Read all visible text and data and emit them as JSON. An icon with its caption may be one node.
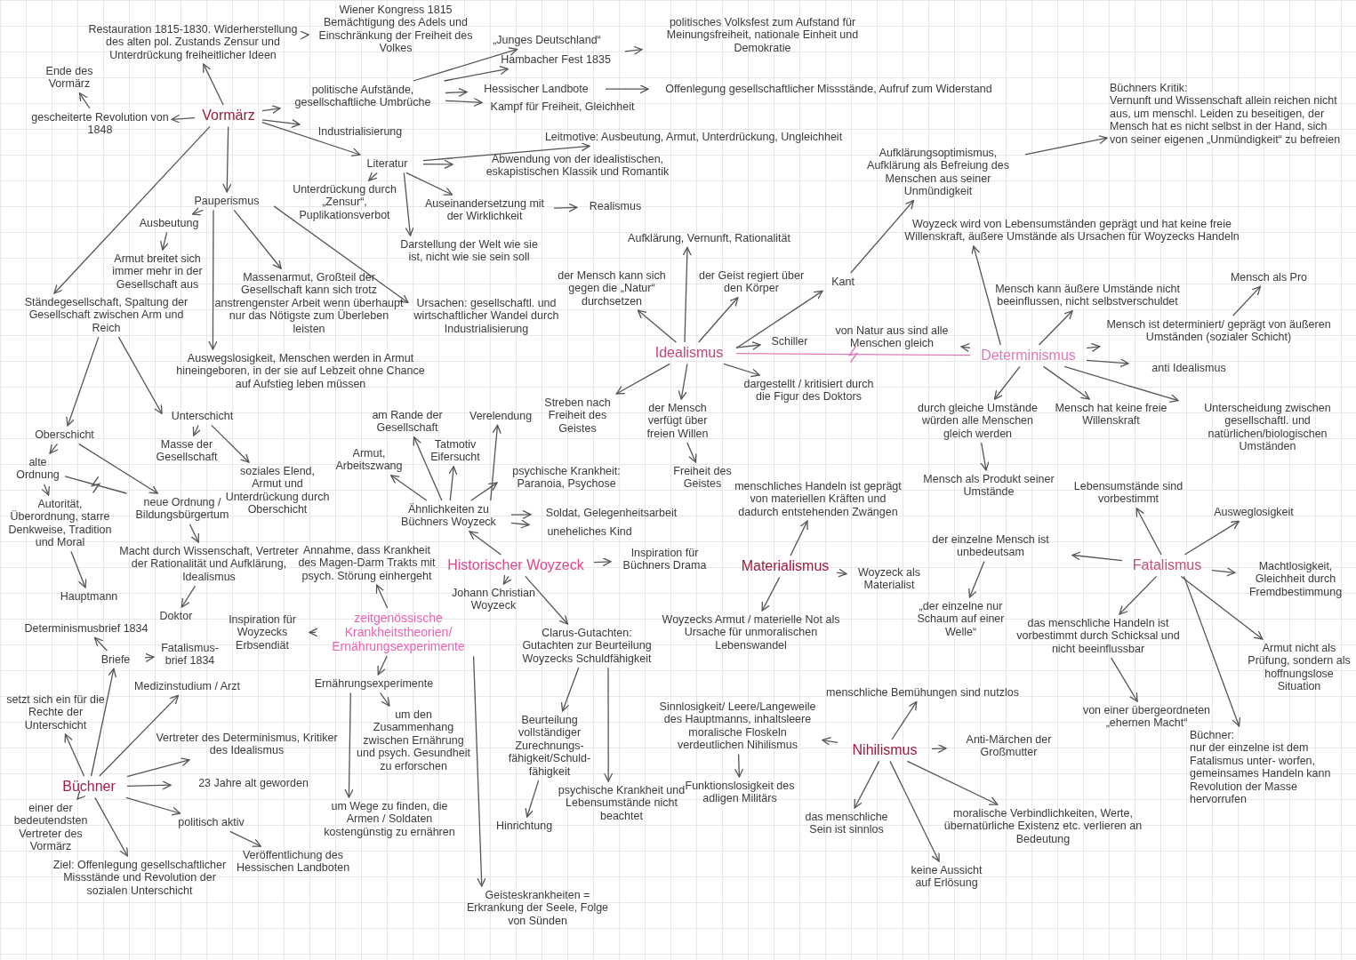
{
  "diagram": {
    "nodes": [
      {
        "text": [
          "Restauration 1815-1830. Widerherstellung des alten pol. Zustands Zensur und Unterdrückung freiheitlicher Ideen"
        ]
      },
      {
        "text": [
          "Wiener Kongress 1815 Bemächtigung des Adels und Einschränkung der Freiheit des Volkes"
        ]
      },
      {
        "text": [
          "„Junges Deutschland“"
        ]
      },
      {
        "text": [
          "Hambacher Fest 1835"
        ]
      },
      {
        "text": [
          "politisches Volksfest zum Aufstand für Meinungsfreiheit, nationale Einheit und Demokratie"
        ]
      },
      {
        "text": [
          "Ende des Vormärz"
        ]
      },
      {
        "text": [
          "gescheiterte Revolution von 1848"
        ]
      },
      {
        "text": [
          "Vormärz"
        ]
      },
      {
        "text": [
          "politische Aufstände, gesellschaftliche Umbrüche"
        ]
      },
      {
        "text": [
          "Hessischer Landbote"
        ]
      },
      {
        "text": [
          "Offenlegung gesellschaftlicher Missstände, Aufruf zum Widerstand"
        ]
      },
      {
        "text": [
          "Kampf für Freiheit, Gleichheit"
        ]
      },
      {
        "text": [
          "Industrialisierung"
        ]
      },
      {
        "text": [
          "Literatur"
        ]
      },
      {
        "text": [
          "Leitmotive: Ausbeutung, Armut, Unterdrückung, Ungleichheit"
        ]
      },
      {
        "text": [
          "Abwendung von der idealistischen, eskapistischen Klassik und Romantik"
        ]
      },
      {
        "text": [
          "Unterdrückung durch „Zensur“, Puplikationsverbot"
        ]
      },
      {
        "text": [
          "Auseinandersetzung mit der Wirklichkeit"
        ]
      },
      {
        "text": [
          "Realismus"
        ]
      },
      {
        "text": [
          "Darstellung der Welt wie sie ist, nicht wie sie sein soll"
        ]
      },
      {
        "text": [
          "Pauperismus"
        ]
      },
      {
        "text": [
          "Ausbeutung"
        ]
      },
      {
        "text": [
          "Armut breitet sich immer mehr in der Gesellschaft aus"
        ]
      },
      {
        "text": [
          "Massenarmut, Großteil der Gesellschaft kann sich trotz anstrengenster Arbeit wenn überhaupt nur das Nötigste zum Überleben leisten"
        ]
      },
      {
        "text": [
          "Ursachen: gesellschaftl. und wirtschaftlicher Wandel durch Industrialisierung"
        ]
      },
      {
        "text": [
          "Ständegesellschaft, Spaltung der Gesellschaft zwischen Arm und Reich"
        ]
      },
      {
        "text": [
          "Auswegslosigkeit, Menschen werden in Armut hineingeboren, in der sie auf Lebzeit ohne Chance auf Aufstieg leben müssen"
        ]
      },
      {
        "text": [
          "Unterschicht"
        ]
      },
      {
        "text": [
          "Oberschicht"
        ]
      },
      {
        "text": [
          "alte Ordnung"
        ]
      },
      {
        "text": [
          "Autorität, Überordnung, starre Denkweise, Tradition und Moral"
        ]
      },
      {
        "text": [
          "neue Ordnung / Bildungsbürgertum"
        ]
      },
      {
        "text": [
          "Masse der Gesellschaft"
        ]
      },
      {
        "text": [
          "soziales Elend, Armut und Unterdrückung durch Oberschicht"
        ]
      },
      {
        "text": [
          "Macht durch Wissenschaft, Vertreter der Rationalität und Aufklärung, Idealismus"
        ]
      },
      {
        "text": [
          "Hauptmann"
        ]
      },
      {
        "text": [
          "Doktor"
        ]
      },
      {
        "text": [
          "Annahme, dass Krankheit des Magen-Darm Trakts mit psych. Störung einhergeht"
        ]
      },
      {
        "text": [
          "am Rande der Gesellschaft"
        ]
      },
      {
        "text": [
          "Armut, Arbeitszwang"
        ]
      },
      {
        "text": [
          "Tatmotiv Eifersucht"
        ]
      },
      {
        "text": [
          "Verelendung"
        ]
      },
      {
        "text": [
          "Streben nach Freiheit des Geistes"
        ]
      },
      {
        "text": [
          "psychische Krankheit: Paranoia, Psychose"
        ]
      },
      {
        "text": [
          "Ähnlichkeiten zu Büchners Woyzeck"
        ]
      },
      {
        "text": [
          "Soldat, Gelegenheitsarbeit"
        ]
      },
      {
        "text": [
          "uneheliches Kind"
        ]
      },
      {
        "text": [
          "Historischer Woyzeck"
        ]
      },
      {
        "text": [
          "Inspiration für Büchners Drama"
        ]
      },
      {
        "text": [
          "Johann Christian Woyzeck"
        ]
      },
      {
        "text": [
          "zeitgenössische Krankheitstheorien/ Ernährungsexperimente"
        ]
      },
      {
        "text": [
          "Inspiration für Woyzecks Erbsendiät"
        ]
      },
      {
        "text": [
          "Determinismusbrief 1834"
        ]
      },
      {
        "text": [
          "Briefe"
        ]
      },
      {
        "text": [
          "Fatalismus- brief 1834"
        ]
      },
      {
        "text": [
          "Medizinstudium / Arzt"
        ]
      },
      {
        "text": [
          "Ernährungsexperimente"
        ]
      },
      {
        "text": [
          "setzt sich ein für die Rechte der Unterschicht"
        ]
      },
      {
        "text": [
          "Vertreter des Determinismus, Kritiker des Idealismus"
        ]
      },
      {
        "text": [
          "um den Zusammenhang zwischen Ernährung und psych. Gesundheit zu erforschen"
        ]
      },
      {
        "text": [
          "Büchner"
        ]
      },
      {
        "text": [
          "23 Jahre alt geworden"
        ]
      },
      {
        "text": [
          "einer der bedeutendsten Vertreter des Vormärz"
        ]
      },
      {
        "text": [
          "politisch aktiv"
        ]
      },
      {
        "text": [
          "Ziel: Offenlegung gesellschaftlicher Missstände und Revolution der sozialen Unterschicht"
        ]
      },
      {
        "text": [
          "Veröffentlichung des Hessischen Landboten"
        ]
      },
      {
        "text": [
          "um Wege zu finden, die Armen / Soldaten kostengünstig zu ernähren"
        ]
      },
      {
        "text": [
          "Geisteskrankheiten = Erkrankung der Seele, Folge von Sünden"
        ]
      },
      {
        "text": [
          "Clarus-Gutachten: Gutachten zur Beurteilung Woyzecks Schuldfähigkeit"
        ]
      },
      {
        "text": [
          "Beurteilung vollständiger Zurechnungs- fähigkeit/Schuld- fähigkeit"
        ]
      },
      {
        "text": [
          "Hinrichtung"
        ]
      },
      {
        "text": [
          "psychische Krankheit und Lebensumstände nicht beachtet"
        ]
      },
      {
        "text": [
          "Aufklärung, Vernunft, Rationalität"
        ]
      },
      {
        "text": [
          "der Mensch kann sich gegen die „Natur“ durchsetzen"
        ]
      },
      {
        "text": [
          "der Geist regiert über den Körper"
        ]
      },
      {
        "text": [
          "Kant"
        ]
      },
      {
        "text": [
          "Aufklärungsoptimismus, Aufklärung als Befreiung des Menschen aus seiner Unmündigkeit"
        ]
      },
      {
        "text": [
          "Büchners Kritik:",
          "Vernunft und Wissenschaft allein reichen nicht aus, um menschl. Leiden zu beseitigen, der Mensch hat es nicht selbst in der Hand, sich von seiner eigenen „Unmündigkeit“ zu befreien"
        ]
      },
      {
        "text": [
          "Idealismus"
        ]
      },
      {
        "text": [
          "Schiller"
        ]
      },
      {
        "text": [
          "von Natur aus sind alle Menschen gleich"
        ]
      },
      {
        "text": [
          "Determinismus"
        ]
      },
      {
        "text": [
          "der Mensch verfügt über freien Willen"
        ]
      },
      {
        "text": [
          "Freiheit des Geistes"
        ]
      },
      {
        "text": [
          "dargestellt / kritisiert durch die Figur des Doktors"
        ]
      },
      {
        "text": [
          "menschliches Handeln ist geprägt von materiellen Kräften und dadurch entstehenden Zwängen"
        ]
      },
      {
        "text": [
          "Materialismus"
        ]
      },
      {
        "text": [
          "Woyzeck als Materialist"
        ]
      },
      {
        "text": [
          "Woyzecks Armut / materielle Not als Ursache für unmoralischen Lebenswandel"
        ]
      },
      {
        "text": [
          "Woyzeck wird von Lebensumständen geprägt und hat keine freie Willenskraft, äußere Umstände als Ursachen für Woyzecks Handeln"
        ]
      },
      {
        "text": [
          "Mensch kann äußere Umstände nicht beeinflussen, nicht selbstverschuldet"
        ]
      },
      {
        "text": [
          "Mensch als Pro"
        ]
      },
      {
        "text": [
          "Mensch ist determiniert/ geprägt von äußeren Umständen (sozialer Schicht)"
        ]
      },
      {
        "text": [
          "anti Idealismus"
        ]
      },
      {
        "text": [
          "durch gleiche Umstände würden alle Menschen gleich werden"
        ]
      },
      {
        "text": [
          "Mensch hat keine freie Willenskraft"
        ]
      },
      {
        "text": [
          "Unterscheidung zwischen gesellschaftl. und natürlichen/biologischen Umständen"
        ]
      },
      {
        "text": [
          "Mensch als Produkt seiner Umstände"
        ]
      },
      {
        "text": [
          "Lebensumstände sind vorbestimmt"
        ]
      },
      {
        "text": [
          "Ausweglosigkeit"
        ]
      },
      {
        "text": [
          "der einzelne Mensch ist unbedeutsam"
        ]
      },
      {
        "text": [
          "Fatalismus"
        ]
      },
      {
        "text": [
          "Machtlosigkeit, Gleichheit durch Fremdbestimmung"
        ]
      },
      {
        "text": [
          "„der einzelne nur Schaum auf einer Welle“"
        ]
      },
      {
        "text": [
          "das menschliche Handeln ist vorbestimmt durch Schicksal und nicht beeinflussbar"
        ]
      },
      {
        "text": [
          "Armut nicht als Prüfung, sondern als hoffnungslose Situation"
        ]
      },
      {
        "text": [
          "menschliche Bemühungen sind nutzlos"
        ]
      },
      {
        "text": [
          "von einer übergeordneten „ehernen Macht“"
        ]
      },
      {
        "text": [
          "Büchner:",
          "nur der einzelne ist dem Fatalismus unter- worfen, gemeinsames Handeln kann Revolution der Masse hervorrufen"
        ]
      },
      {
        "text": [
          "Sinnlosigkeit/ Leere/Langeweile des Hauptmanns, inhaltsleere moralische Floskeln verdeutlichen Nihilismus"
        ]
      },
      {
        "text": [
          "Funktionslosigkeit des adligen Militärs"
        ]
      },
      {
        "text": [
          "Nihilismus"
        ]
      },
      {
        "text": [
          "Anti-Märchen der Großmutter"
        ]
      },
      {
        "text": [
          "das menschliche Sein ist sinnlos"
        ]
      },
      {
        "text": [
          "moralische Verbindlichkeiten, Werte, übernatürliche Existenz etc. verlieren an Bedeutung"
        ]
      },
      {
        "text": [
          "keine Aussicht auf Erlösung"
        ]
      }
    ],
    "edges": [
      {
        "from": 7,
        "to": 0,
        "arrow": "to"
      },
      {
        "from": 0,
        "to": 1,
        "arrow": "to"
      },
      {
        "from": 7,
        "to": 8,
        "arrow": "to"
      },
      {
        "from": 8,
        "to": 2,
        "arrow": "to"
      },
      {
        "from": 8,
        "to": 3,
        "arrow": "to"
      },
      {
        "from": 3,
        "to": 4,
        "arrow": "to"
      },
      {
        "from": 8,
        "to": 9,
        "arrow": "to"
      },
      {
        "from": 9,
        "to": 10,
        "arrow": "to"
      },
      {
        "from": 8,
        "to": 11,
        "arrow": "to"
      },
      {
        "from": 7,
        "to": 6,
        "arrow": "to"
      },
      {
        "from": 6,
        "to": 5,
        "arrow": "to"
      },
      {
        "from": 7,
        "to": 12,
        "arrow": "to"
      },
      {
        "from": 7,
        "to": 13,
        "arrow": "to"
      },
      {
        "from": 13,
        "to": 14,
        "arrow": "to"
      },
      {
        "from": 13,
        "to": 15,
        "arrow": "to"
      },
      {
        "from": 13,
        "to": 16,
        "arrow": "to"
      },
      {
        "from": 13,
        "to": 17,
        "arrow": "to"
      },
      {
        "from": 17,
        "to": 18,
        "arrow": "to"
      },
      {
        "from": 13,
        "to": 19,
        "arrow": "to"
      },
      {
        "from": 7,
        "to": 20,
        "arrow": "to"
      },
      {
        "from": 7,
        "to": 25,
        "arrow": "to"
      },
      {
        "from": 20,
        "to": 21,
        "arrow": "to"
      },
      {
        "from": 21,
        "to": 22,
        "arrow": "to"
      },
      {
        "from": 20,
        "to": 26,
        "arrow": "to"
      },
      {
        "from": 20,
        "to": 23,
        "arrow": "to"
      },
      {
        "from": 20,
        "to": 24,
        "arrow": "to"
      },
      {
        "from": 25,
        "to": 28,
        "arrow": "to"
      },
      {
        "from": 25,
        "to": 27,
        "arrow": "to"
      },
      {
        "from": 28,
        "to": 29,
        "arrow": "to"
      },
      {
        "from": 28,
        "to": 31,
        "arrow": "to"
      },
      {
        "from": 29,
        "to": 30,
        "arrow": "to"
      },
      {
        "from": 29,
        "to": 31,
        "arrow": "none"
      },
      {
        "from": 27,
        "to": 32,
        "arrow": "to"
      },
      {
        "from": 27,
        "to": 33,
        "arrow": "to"
      },
      {
        "from": 31,
        "to": 34,
        "arrow": "to"
      },
      {
        "from": 30,
        "to": 35,
        "arrow": "to"
      },
      {
        "from": 34,
        "to": 36,
        "arrow": "to"
      },
      {
        "from": 44,
        "to": 39,
        "arrow": "to"
      },
      {
        "from": 44,
        "to": 38,
        "arrow": "to"
      },
      {
        "from": 44,
        "to": 40,
        "arrow": "to"
      },
      {
        "from": 44,
        "to": 41,
        "arrow": "to"
      },
      {
        "from": 44,
        "to": 43,
        "arrow": "to"
      },
      {
        "from": 44,
        "to": 45,
        "arrow": "to"
      },
      {
        "from": 44,
        "to": 46,
        "arrow": "to"
      },
      {
        "from": 47,
        "to": 44,
        "arrow": "to"
      },
      {
        "from": 47,
        "to": 48,
        "arrow": "to"
      },
      {
        "from": 47,
        "to": 49,
        "arrow": "to"
      },
      {
        "from": 47,
        "to": 68,
        "arrow": "to"
      },
      {
        "from": 50,
        "to": 37,
        "arrow": "to"
      },
      {
        "from": 50,
        "to": 51,
        "arrow": "to"
      },
      {
        "from": 50,
        "to": 56,
        "arrow": "to"
      },
      {
        "from": 56,
        "to": 59,
        "arrow": "to"
      },
      {
        "from": 56,
        "to": 66,
        "arrow": "to"
      },
      {
        "from": 50,
        "to": 67,
        "arrow": "to"
      },
      {
        "from": 68,
        "to": 69,
        "arrow": "to"
      },
      {
        "from": 69,
        "to": 70,
        "arrow": "to"
      },
      {
        "from": 68,
        "to": 71,
        "arrow": "to"
      },
      {
        "from": 60,
        "to": 53,
        "arrow": "to"
      },
      {
        "from": 53,
        "to": 52,
        "arrow": "to"
      },
      {
        "from": 53,
        "to": 54,
        "arrow": "to"
      },
      {
        "from": 60,
        "to": 55,
        "arrow": "to"
      },
      {
        "from": 60,
        "to": 57,
        "arrow": "to"
      },
      {
        "from": 60,
        "to": 58,
        "arrow": "to"
      },
      {
        "from": 60,
        "to": 61,
        "arrow": "to"
      },
      {
        "from": 60,
        "to": 62,
        "arrow": "to"
      },
      {
        "from": 60,
        "to": 63,
        "arrow": "to"
      },
      {
        "from": 60,
        "to": 64,
        "arrow": "to"
      },
      {
        "from": 63,
        "to": 65,
        "arrow": "to"
      },
      {
        "from": 78,
        "to": 72,
        "arrow": "to"
      },
      {
        "from": 78,
        "to": 73,
        "arrow": "to"
      },
      {
        "from": 78,
        "to": 74,
        "arrow": "to"
      },
      {
        "from": 78,
        "to": 75,
        "arrow": "to"
      },
      {
        "from": 75,
        "to": 76,
        "arrow": "to"
      },
      {
        "from": 76,
        "to": 77,
        "arrow": "to"
      },
      {
        "from": 78,
        "to": 79,
        "arrow": "to"
      },
      {
        "from": 78,
        "to": 42,
        "arrow": "to"
      },
      {
        "from": 78,
        "to": 82,
        "arrow": "to"
      },
      {
        "from": 82,
        "to": 83,
        "arrow": "to"
      },
      {
        "from": 78,
        "to": 84,
        "arrow": "to"
      },
      {
        "from": 78,
        "to": 81,
        "arrow": "none",
        "color": "#e07ab8"
      },
      {
        "from": 81,
        "to": 80,
        "arrow": "to"
      },
      {
        "from": 81,
        "to": 89,
        "arrow": "to"
      },
      {
        "from": 81,
        "to": 90,
        "arrow": "to"
      },
      {
        "from": 81,
        "to": 92,
        "arrow": "to"
      },
      {
        "from": 92,
        "to": 91,
        "arrow": "to"
      },
      {
        "from": 81,
        "to": 93,
        "arrow": "to"
      },
      {
        "from": 81,
        "to": 94,
        "arrow": "to"
      },
      {
        "from": 94,
        "to": 97,
        "arrow": "to"
      },
      {
        "from": 81,
        "to": 95,
        "arrow": "to"
      },
      {
        "from": 81,
        "to": 96,
        "arrow": "to"
      },
      {
        "from": 86,
        "to": 85,
        "arrow": "to"
      },
      {
        "from": 86,
        "to": 87,
        "arrow": "to"
      },
      {
        "from": 86,
        "to": 88,
        "arrow": "to"
      },
      {
        "from": 101,
        "to": 98,
        "arrow": "to"
      },
      {
        "from": 101,
        "to": 99,
        "arrow": "to"
      },
      {
        "from": 101,
        "to": 100,
        "arrow": "to"
      },
      {
        "from": 100,
        "to": 103,
        "arrow": "to"
      },
      {
        "from": 101,
        "to": 102,
        "arrow": "to"
      },
      {
        "from": 101,
        "to": 104,
        "arrow": "to"
      },
      {
        "from": 104,
        "to": 107,
        "arrow": "to"
      },
      {
        "from": 101,
        "to": 105,
        "arrow": "to"
      },
      {
        "from": 101,
        "to": 108,
        "arrow": "to"
      },
      {
        "from": 111,
        "to": 106,
        "arrow": "to"
      },
      {
        "from": 111,
        "to": 109,
        "arrow": "to"
      },
      {
        "from": 109,
        "to": 110,
        "arrow": "to"
      },
      {
        "from": 111,
        "to": 112,
        "arrow": "to"
      },
      {
        "from": 111,
        "to": 113,
        "arrow": "to"
      },
      {
        "from": 111,
        "to": 114,
        "arrow": "to"
      },
      {
        "from": 111,
        "to": 115,
        "arrow": "to"
      }
    ]
  }
}
